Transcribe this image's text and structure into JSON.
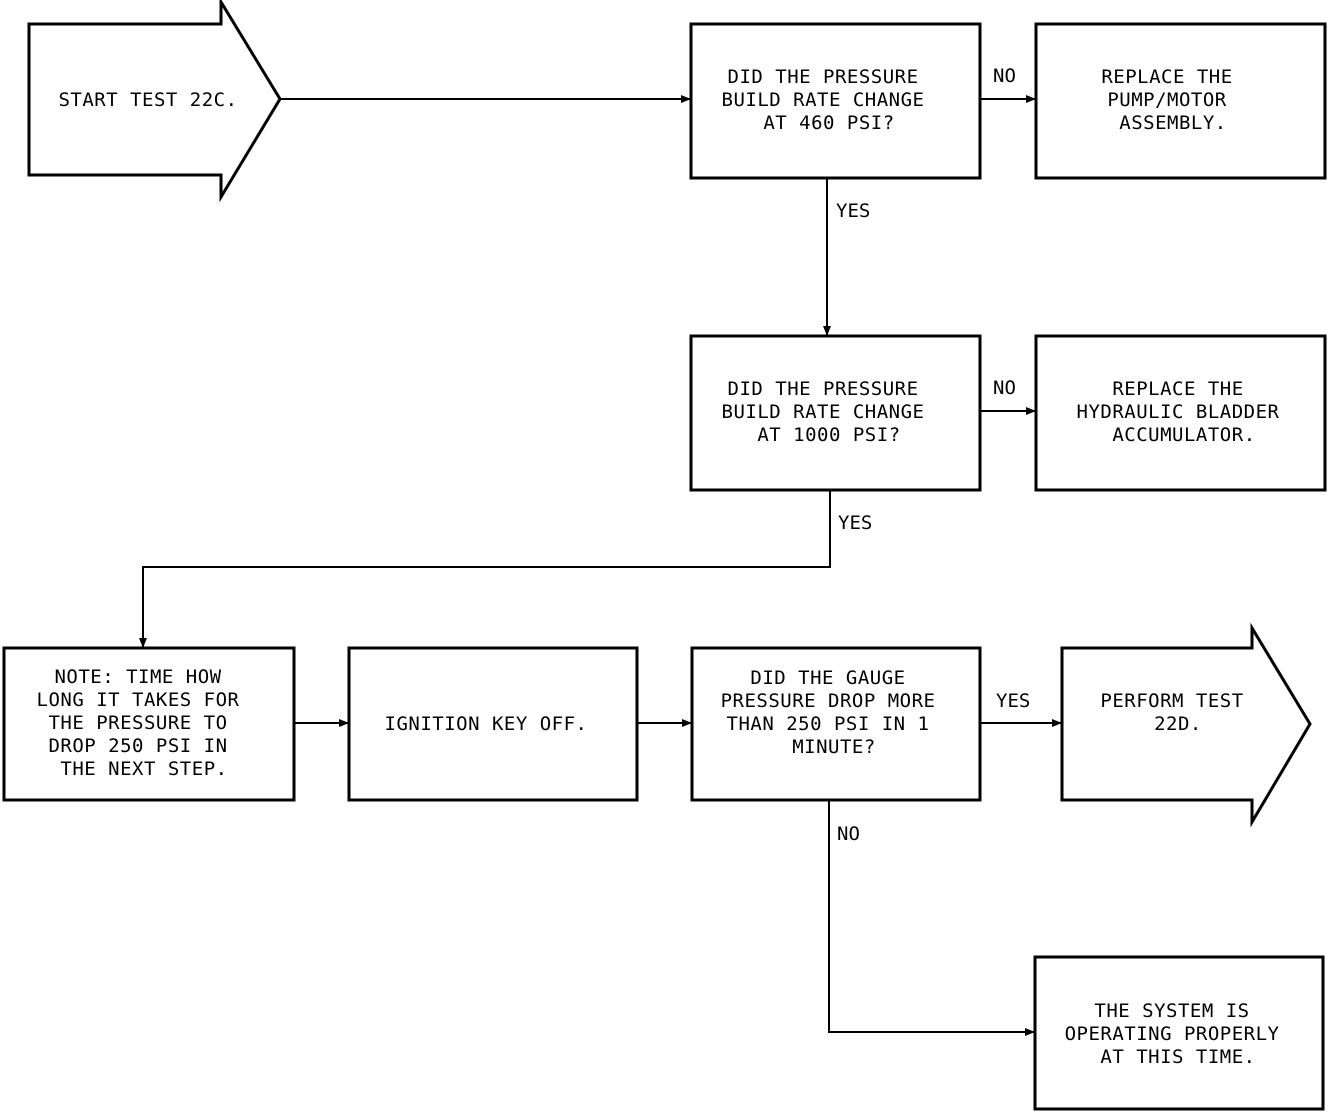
{
  "nodes": {
    "start": {
      "lines": [
        "START TEST 22C."
      ]
    },
    "q1": {
      "lines": [
        "DID THE PRESSURE",
        "BUILD RATE CHANGE",
        "AT 460 PSI?"
      ]
    },
    "r1": {
      "lines": [
        "REPLACE THE",
        "PUMP/MOTOR",
        "ASSEMBLY."
      ]
    },
    "q2": {
      "lines": [
        "DID THE PRESSURE",
        "BUILD RATE CHANGE",
        "AT 1000 PSI?"
      ]
    },
    "r2": {
      "lines": [
        "REPLACE THE",
        "HYDRAULIC BLADDER",
        "ACCUMULATOR."
      ]
    },
    "note": {
      "lines": [
        "NOTE:  TIME HOW",
        "LONG IT TAKES FOR",
        "THE PRESSURE TO",
        "DROP 250 PSI IN",
        "THE NEXT STEP."
      ]
    },
    "ign": {
      "lines": [
        "IGNITION KEY OFF."
      ]
    },
    "q3": {
      "lines": [
        "DID THE GAUGE",
        "PRESSURE DROP MORE",
        "THAN 250 PSI IN 1",
        "MINUTE?"
      ]
    },
    "perform": {
      "lines": [
        "PERFORM TEST",
        "22D."
      ]
    },
    "ok": {
      "lines": [
        "THE SYSTEM IS",
        "OPERATING PROPERLY",
        "AT THIS TIME."
      ]
    }
  },
  "edge_labels": {
    "q1_no": "NO",
    "q1_yes": "YES",
    "q2_no": "NO",
    "q2_yes": "YES",
    "q3_yes": "YES",
    "q3_no": "NO"
  }
}
